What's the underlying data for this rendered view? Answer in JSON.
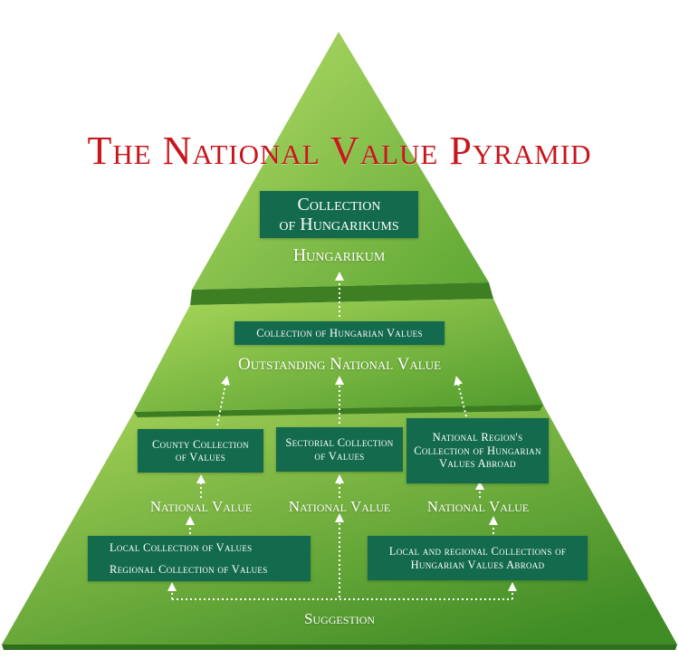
{
  "title": "The National Value Pyramid",
  "colors": {
    "title": "#c8161d",
    "box": "#136a4d",
    "tier_light": "#a8d45a",
    "tier_dark": "#4f9a2c",
    "text": "#ffffff"
  },
  "top_tier": {
    "box_line1": "Collection",
    "box_line2": "of Hungarikums",
    "label": "Hungarikum"
  },
  "middle_tier": {
    "box": "Collection of Hungarian Values",
    "label": "Outstanding National Value"
  },
  "bottom_tier": {
    "county_box_line1": "County Collection",
    "county_box_line2": "of Values",
    "sectorial_box_line1": "Sectorial Collection",
    "sectorial_box_line2": "of Values",
    "region_box_line1": "National Region's",
    "region_box_line2": "Collection of Hungarian",
    "region_box_line3": "Values Abroad",
    "national_value_1": "National Value",
    "national_value_2": "National Value",
    "national_value_3": "National Value",
    "local_box_line1": "Local Collection of Values",
    "local_box_line2": "Regional Collection of Values",
    "abroad_box_line1": "Local and regional Collections of",
    "abroad_box_line2": "Hungarian Values Abroad",
    "suggestion": "Suggestion"
  }
}
